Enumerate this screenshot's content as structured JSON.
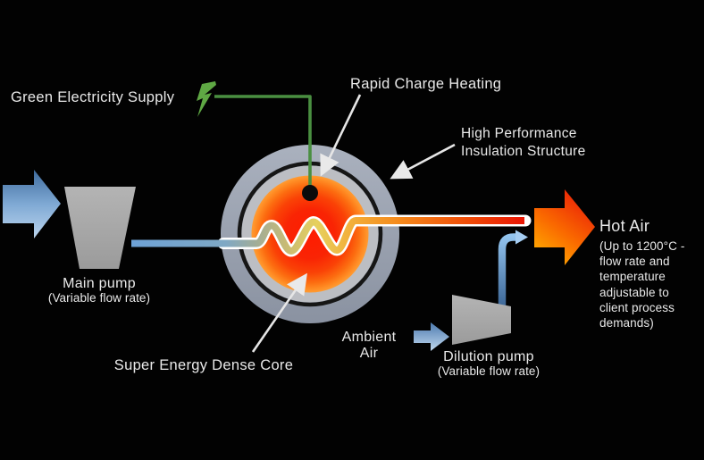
{
  "diagram": {
    "title_context": "Thermal energy storage process diagram",
    "labels": {
      "green_supply": "Green Electricity Supply",
      "rapid_charge": "Rapid Charge Heating",
      "insulation": "High Performance\nInsulation Structure",
      "core": "Super Energy Dense Core",
      "ambient": "Ambient\nAir",
      "hot_air_title": "Hot Air",
      "hot_air_desc": "(Up to 1200°C -\nflow rate and\ntemperature\nadjustable to\nclient process\ndemands)",
      "main_pump": "Main pump",
      "main_pump_sub": "(Variable flow rate)",
      "dilution_pump": "Dilution pump",
      "dilution_pump_sub": "(Variable flow rate)"
    },
    "colors": {
      "background": "#020202",
      "text": "#e9e9e9",
      "electricity_green": "#55a046",
      "cold_air_blue": "#6ea2d6",
      "hot_air_red": "#ea1404",
      "hot_air_orange": "#ffb501",
      "core_center_red": "#ff1c01",
      "core_edge_orange": "#ff9c33",
      "insulation_ring_gray": "#9aa2b0",
      "inner_ring_gray": "#bcbec3",
      "pump_gray": "#a6a6a6",
      "leader_arrow_white": "#e6e6e6"
    }
  }
}
